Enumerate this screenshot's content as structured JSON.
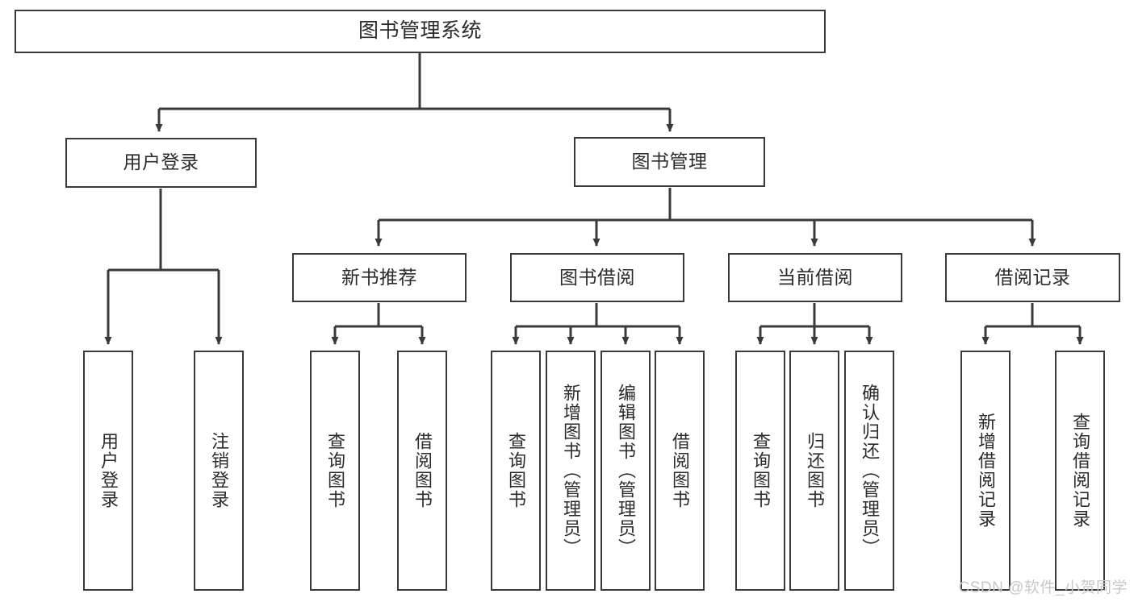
{
  "diagram": {
    "title": "图书管理系统",
    "type": "tree",
    "watermark": "CSDN @软件_小贺同学",
    "colors": {
      "box_border": "#3a3a3a",
      "box_fill": "#ffffff",
      "connector": "#3a3a3a",
      "text": "#2b2b2b",
      "watermark": "#c8c8c8",
      "background": "#ffffff"
    },
    "nodes": {
      "root": {
        "label": "图书管理系统",
        "level": 1,
        "orientation": "horizontal"
      },
      "l2": [
        {
          "id": "user-login",
          "label": "用户登录",
          "level": 2,
          "orientation": "horizontal"
        },
        {
          "id": "book-manage",
          "label": "图书管理",
          "level": 2,
          "orientation": "horizontal"
        }
      ],
      "l3": [
        {
          "id": "new-book-recommend",
          "label": "新书推荐",
          "level": 3,
          "orientation": "horizontal"
        },
        {
          "id": "book-borrow",
          "label": "图书借阅",
          "level": 3,
          "orientation": "horizontal"
        },
        {
          "id": "current-borrow",
          "label": "当前借阅",
          "level": 3,
          "orientation": "horizontal"
        },
        {
          "id": "borrow-record",
          "label": "借阅记录",
          "level": 3,
          "orientation": "horizontal"
        }
      ],
      "leaves": [
        {
          "id": "leaf-user-login",
          "label": "用户登录",
          "parent": "user-login",
          "level": 4,
          "orientation": "vertical"
        },
        {
          "id": "leaf-user-logout",
          "label": "注销登录",
          "parent": "user-login",
          "level": 4,
          "orientation": "vertical"
        },
        {
          "id": "leaf-query-book-1",
          "label": "查询图书",
          "parent": "new-book-recommend",
          "level": 4,
          "orientation": "vertical"
        },
        {
          "id": "leaf-borrow-book-1",
          "label": "借阅图书",
          "parent": "new-book-recommend",
          "level": 4,
          "orientation": "vertical"
        },
        {
          "id": "leaf-query-book-2",
          "label": "查询图书",
          "parent": "book-borrow",
          "level": 4,
          "orientation": "vertical"
        },
        {
          "id": "leaf-add-book",
          "label": "新增图书（管理员）",
          "parent": "book-borrow",
          "level": 4,
          "orientation": "vertical"
        },
        {
          "id": "leaf-edit-book",
          "label": "编辑图书（管理员）",
          "parent": "book-borrow",
          "level": 4,
          "orientation": "vertical"
        },
        {
          "id": "leaf-borrow-book-2",
          "label": "借阅图书",
          "parent": "book-borrow",
          "level": 4,
          "orientation": "vertical"
        },
        {
          "id": "leaf-query-book-3",
          "label": "查询图书",
          "parent": "current-borrow",
          "level": 4,
          "orientation": "vertical"
        },
        {
          "id": "leaf-return-book",
          "label": "归还图书",
          "parent": "current-borrow",
          "level": 4,
          "orientation": "vertical"
        },
        {
          "id": "leaf-confirm-return",
          "label": "确认归还（管理员）",
          "parent": "current-borrow",
          "level": 4,
          "orientation": "vertical"
        },
        {
          "id": "leaf-add-record",
          "label": "新增借阅记录",
          "parent": "borrow-record",
          "level": 4,
          "orientation": "vertical"
        },
        {
          "id": "leaf-query-record",
          "label": "查询借阅记录",
          "parent": "borrow-record",
          "level": 4,
          "orientation": "vertical"
        }
      ]
    }
  }
}
